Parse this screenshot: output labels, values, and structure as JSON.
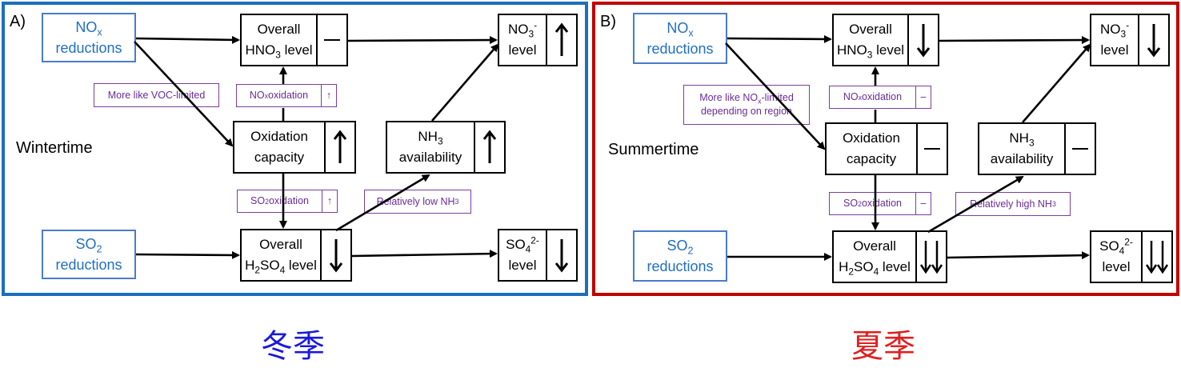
{
  "panels": [
    {
      "id": "a",
      "label": "A)",
      "season": "Wintertime",
      "caption": "冬季",
      "caption_color": "#1a1adb",
      "frame_color": "#1b6fbd",
      "nox_reductions": {
        "line1": "NO",
        "sub": "x",
        "line2": "reductions"
      },
      "so2_reductions": {
        "line1": "SO",
        "sub": "2",
        "line2": "reductions"
      },
      "hno3": {
        "line1": "Overall",
        "line2a": "HNO",
        "sub": "3",
        "line2b": " level",
        "indicator": "none"
      },
      "no3": {
        "line1a": "NO",
        "sub": "3",
        "sup": "-",
        "line2": "level",
        "indicator": "up"
      },
      "oxidation": {
        "line1": "Oxidation",
        "line2": "capacity",
        "indicator": "up"
      },
      "nh3": {
        "line1a": "NH",
        "sub": "3",
        "line2": "availability",
        "indicator": "up"
      },
      "h2so4": {
        "line1": "Overall",
        "line2a": "H",
        "sub1": "2",
        "line2b": "SO",
        "sub2": "4",
        "line2c": " level",
        "indicator": "down"
      },
      "so4": {
        "line1a": "SO",
        "sub": "4",
        "sup": "2-",
        "line2": "level",
        "indicator": "down"
      },
      "tag_regime": {
        "text": "More like VOC-limited",
        "line2": ""
      },
      "tag_nox_ox": {
        "text_a": "NO",
        "sub": "x",
        "text_b": " oxidation",
        "indicator": "↑"
      },
      "tag_so2_ox": {
        "text_a": "SO",
        "sub": "2",
        "text_b": " oxidation",
        "indicator": "↑"
      },
      "tag_nh3": {
        "text_a": "Relatively low NH",
        "sub": "3"
      }
    },
    {
      "id": "b",
      "label": "B)",
      "season": "Summertime",
      "caption": "夏季",
      "caption_color": "#e0201f",
      "frame_color": "#c00000",
      "nox_reductions": {
        "line1": "NO",
        "sub": "x",
        "line2": "reductions"
      },
      "so2_reductions": {
        "line1": "SO",
        "sub": "2",
        "line2": "reductions"
      },
      "hno3": {
        "line1": "Overall",
        "line2a": "HNO",
        "sub": "3",
        "line2b": " level",
        "indicator": "down"
      },
      "no3": {
        "line1a": "NO",
        "sub": "3",
        "sup": "-",
        "line2": "level",
        "indicator": "down"
      },
      "oxidation": {
        "line1": "Oxidation",
        "line2": "capacity",
        "indicator": "none"
      },
      "nh3": {
        "line1a": "NH",
        "sub": "3",
        "line2": "availability",
        "indicator": "none"
      },
      "h2so4": {
        "line1": "Overall",
        "line2a": "H",
        "sub1": "2",
        "line2b": "SO",
        "sub2": "4",
        "line2c": " level",
        "indicator": "double-down"
      },
      "so4": {
        "line1a": "SO",
        "sub": "4",
        "sup": "2-",
        "line2": "level",
        "indicator": "double-down"
      },
      "tag_regime": {
        "text_a": "More like NO",
        "sub": "x",
        "text_b": "-limited",
        "line2": "depending on region"
      },
      "tag_nox_ox": {
        "text_a": "NO",
        "sub": "x",
        "text_b": " oxidation",
        "indicator": "–"
      },
      "tag_so2_ox": {
        "text_a": "SO",
        "sub": "2",
        "text_b": " oxidation",
        "indicator": "–"
      },
      "tag_nh3": {
        "text_a": "Relatively high NH",
        "sub": "3"
      }
    }
  ]
}
